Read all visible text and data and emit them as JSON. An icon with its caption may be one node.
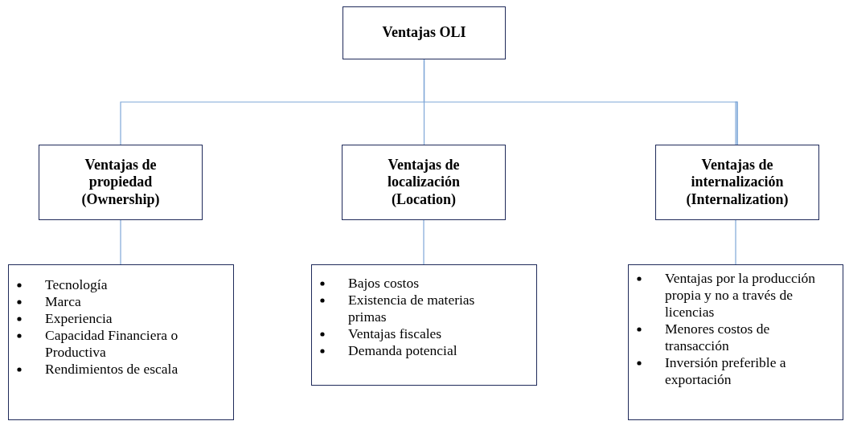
{
  "diagram": {
    "nodes": [
      {
        "text": [
          "Ventajas OLI"
        ]
      },
      {
        "text": [
          "Ventajas de propiedad (Ownership)"
        ]
      },
      {
        "text": [
          "Ventajas de localización (Location)"
        ]
      },
      {
        "text": [
          "Ventajas de internalización (Internalization)"
        ]
      },
      {
        "text": [
          "Tecnología",
          "Marca",
          "Experiencia",
          "Capacidad Financiera o Productiva",
          "Rendimientos de escala"
        ]
      },
      {
        "text": [
          "Bajos costos",
          "Existencia de materias primas",
          "Ventajas fiscales",
          "Demanda potencial"
        ]
      },
      {
        "text": [
          "Ventajas por la producción propia y no a través de licencias",
          "Menores costos de transacción",
          "Inversión preferible a exportación"
        ]
      }
    ],
    "edges": [
      {
        "from": 0,
        "to": 1,
        "arrow": "none"
      },
      {
        "from": 0,
        "to": 2,
        "arrow": "none"
      },
      {
        "from": 0,
        "to": 3,
        "arrow": "none"
      },
      {
        "from": 1,
        "to": 4,
        "arrow": "none"
      },
      {
        "from": 2,
        "to": 5,
        "arrow": "none"
      },
      {
        "from": 3,
        "to": 6,
        "arrow": "none"
      }
    ]
  }
}
